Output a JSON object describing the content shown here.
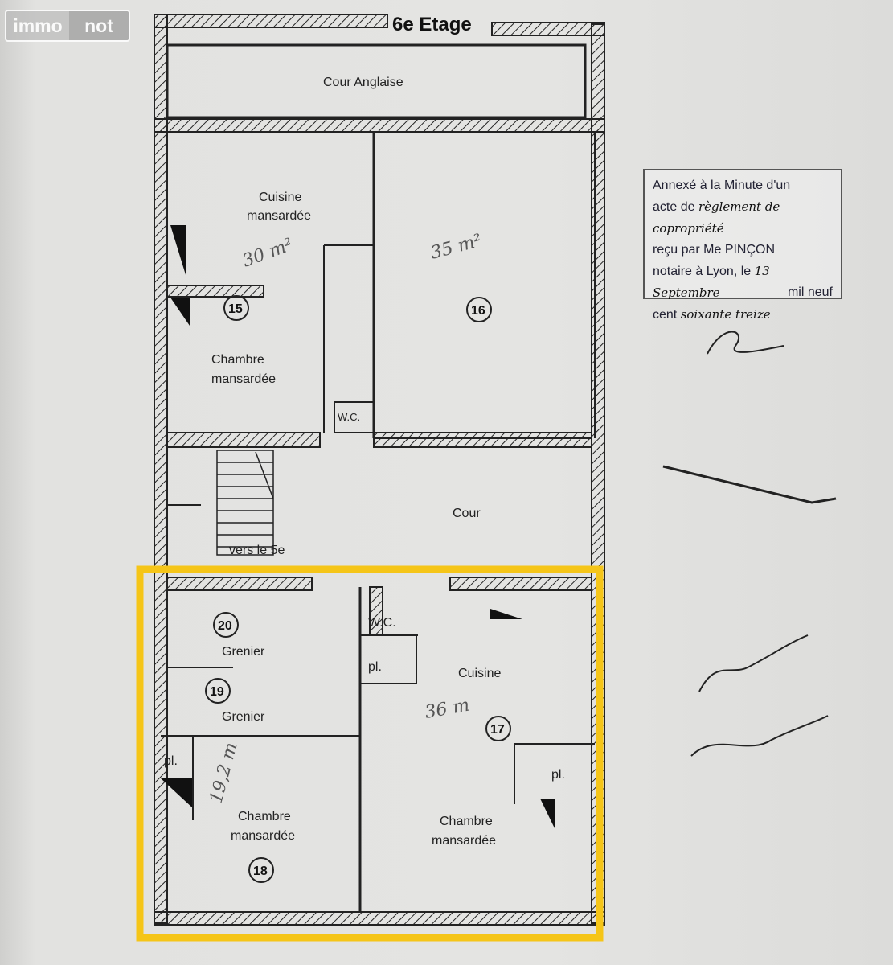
{
  "logo": {
    "part1": "immo",
    "part2": "not"
  },
  "plan": {
    "floor_title": "6e Etage",
    "rooms": {
      "cour_anglaise": "Cour Anglaise",
      "cuisine_mansardee_1": "Cuisine",
      "cuisine_mansardee_2": "mansardée",
      "chambre_top_1": "Chambre",
      "chambre_top_2": "mansardée",
      "wc_top": "W.C.",
      "cour": "Cour",
      "vers": "vers le 5e",
      "wc_bottom": "W.C.",
      "pl_center": "pl.",
      "grenier_20": "Grenier",
      "grenier_19": "Grenier",
      "cuisine_bottom": "Cuisine",
      "pl_left": "pl.",
      "pl_right": "pl.",
      "chambre_left_1": "Chambre",
      "chambre_left_2": "mansardée",
      "chambre_right_1": "Chambre",
      "chambre_right_2": "mansardée"
    },
    "numbers": {
      "n15": "15",
      "n16": "16",
      "n17": "17",
      "n18": "18",
      "n19": "19",
      "n20": "20"
    },
    "handwritten": {
      "area_15": "30 m²",
      "area_16": "35 m²",
      "area_17": "36 m",
      "area_18": "19,2 m"
    }
  },
  "stamp": {
    "line1": "Annexé à la Minute d'un",
    "line2a": "acte de",
    "line2b": "règlement de copropriété",
    "line3": "reçu par Me PINÇON",
    "line4": "notaire à Lyon, le",
    "day": "13",
    "month": "Septembre",
    "line5": "mil neuf",
    "line6a": "cent",
    "year": "soixante treize"
  },
  "colors": {
    "highlight": "#f5c518",
    "ink": "#222222"
  }
}
